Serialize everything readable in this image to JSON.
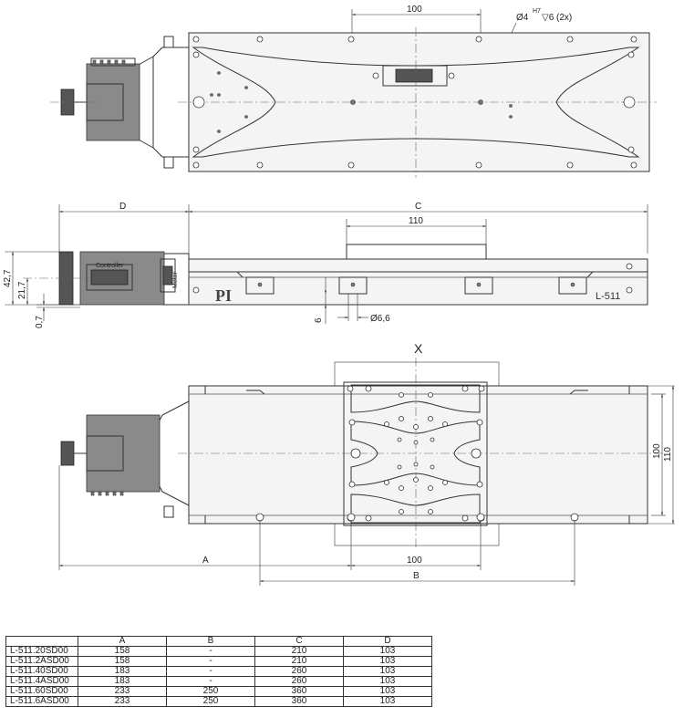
{
  "dimensions": {
    "top_100": "100",
    "hole_spec_dia": "Ø4",
    "hole_spec_tol": "H7",
    "hole_spec_depth": "▽6 (2x)",
    "d_label": "D",
    "c_label": "C",
    "table_width_110": "110",
    "h_42_7": "42,7",
    "h_21_7": "21,7",
    "h_0_7": "0,7",
    "h_6": "6",
    "dia_6_6": "Ø6,6",
    "view_x": "X",
    "vert_100": "100",
    "vert_110": "110",
    "a_label": "A",
    "bottom_100": "100",
    "b_label": "B"
  },
  "product": {
    "logo": "PI",
    "model_label": "L-511",
    "controller_label": "Controller",
    "motor_label": "Motor"
  },
  "table": {
    "headers": [
      "",
      "A",
      "B",
      "C",
      "D"
    ],
    "rows": [
      [
        "L-511.20SD00",
        "158",
        "-",
        "210",
        "103"
      ],
      [
        "L-511.2ASD00",
        "158",
        "-",
        "210",
        "103"
      ],
      [
        "L-511.40SD00",
        "183",
        "-",
        "260",
        "103"
      ],
      [
        "L-511.4ASD00",
        "183",
        "-",
        "260",
        "103"
      ],
      [
        "L-511.60SD00",
        "233",
        "250",
        "360",
        "103"
      ],
      [
        "L-511.6ASD00",
        "233",
        "250",
        "360",
        "103"
      ]
    ]
  }
}
